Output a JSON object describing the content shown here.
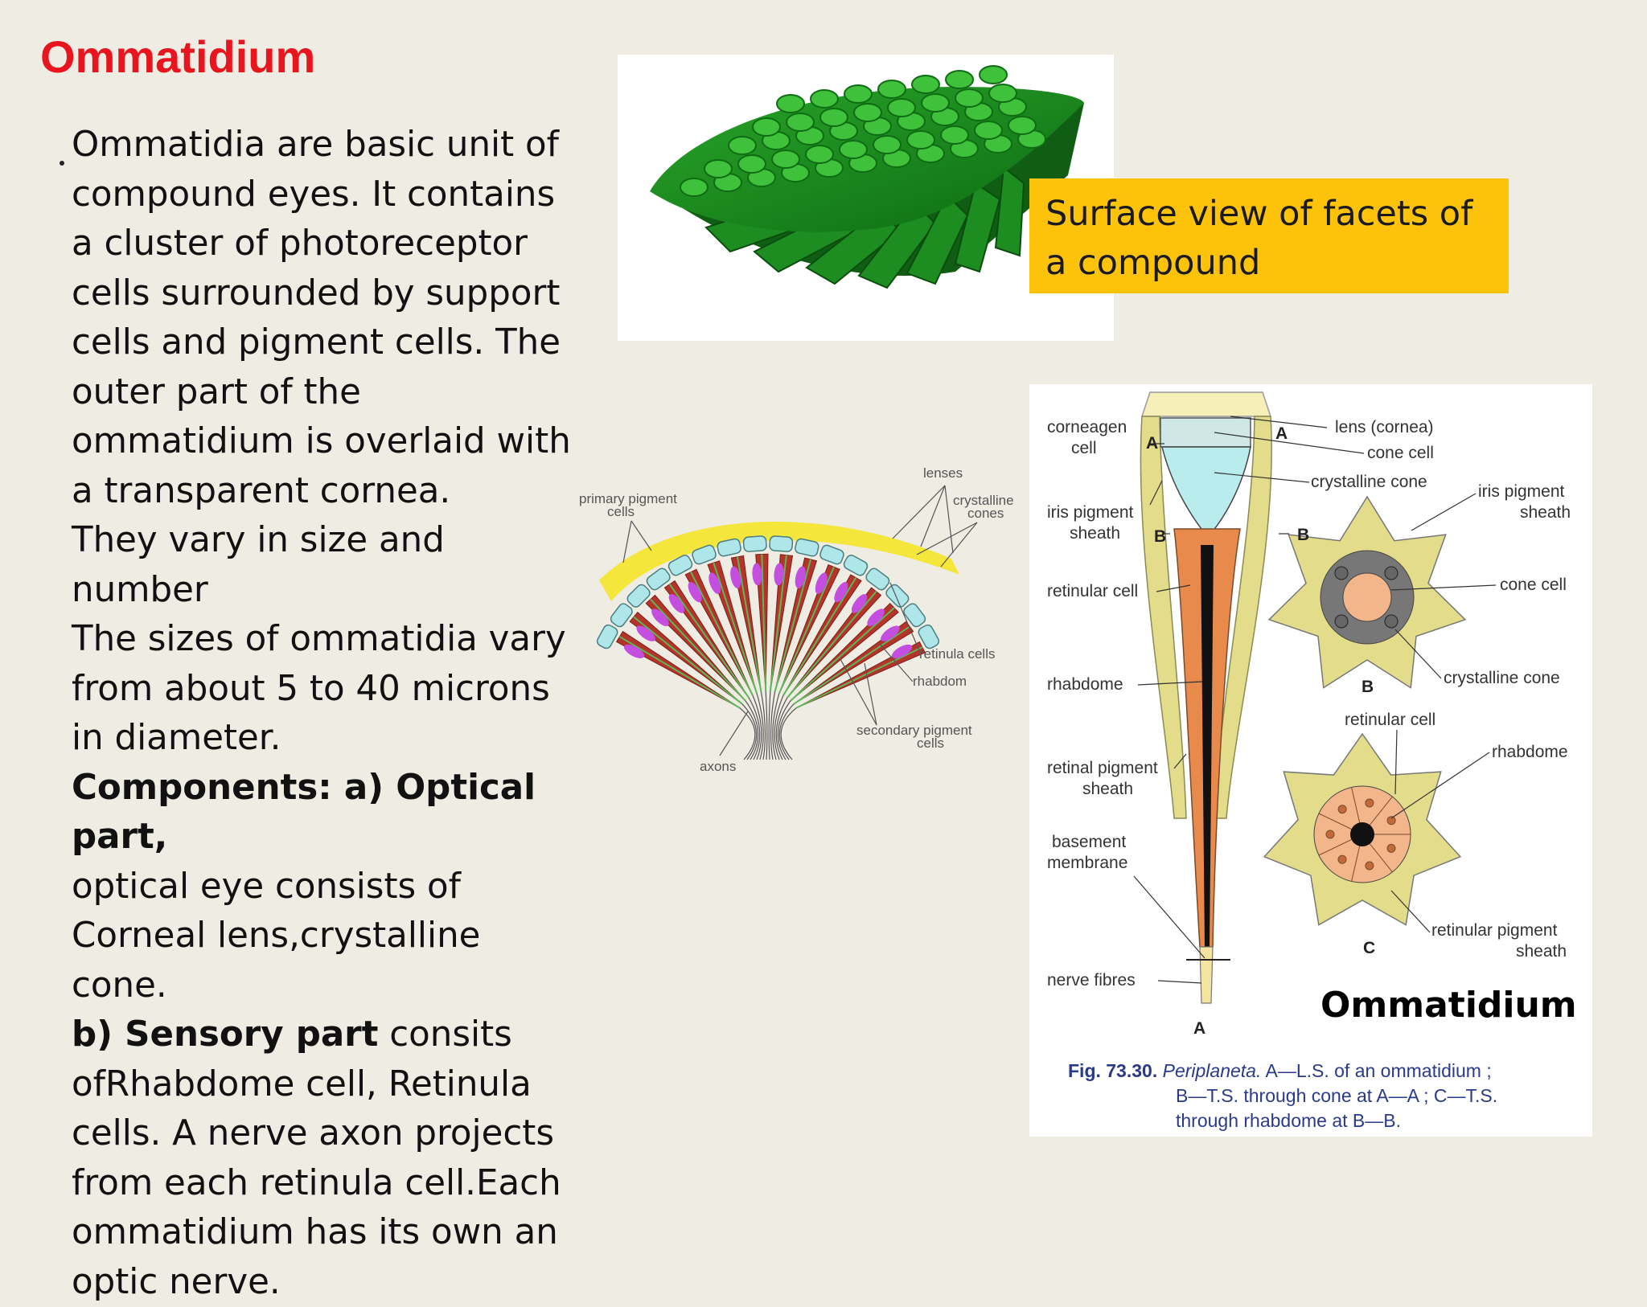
{
  "slide": {
    "title": "Ommatidium",
    "paragraph1": "Ommatidia are basic unit of compound eyes. It contains a cluster of photoreceptor cells surrounded by support cells and pigment cells. The outer part of the ommatidium is overlaid with a transparent cornea.",
    "paragraph2": "They vary in size and number",
    "paragraph3": "The sizes of ommatidia vary from about 5 to 40 microns in diameter.",
    "components_bold": "Components: a) Optical part,",
    "components_text": "optical eye consists of Corneal lens,crystalline cone.",
    "sensory_bold": "b) Sensory part",
    "sensory_text": "  consits ofRhabdome cell, Retinula cells. A nerve axon projects from each retinula cell.Each ommatidium has its own an optic nerve."
  },
  "facet_caption": "Surface view of facets of a compound",
  "fan_diagram": {
    "labels": {
      "lenses": "lenses",
      "primary": "primary pigment",
      "primary2": "cells",
      "crystalline": "crystalline",
      "crystalline2": "cones",
      "retinula": "retinula cells",
      "rhabdom": "rhabdom",
      "secondary": "secondary pigment",
      "secondary2": "cells",
      "axons": "axons"
    }
  },
  "ommatidium_diagram": {
    "heading": "Ommatidium",
    "labels": {
      "corneagen": "corneagen",
      "corneagen2": "cell",
      "lens": "lens (cornea)",
      "cone_cell": "cone cell",
      "crystalline_cone": "crystalline cone",
      "iris_pigment": "iris pigment",
      "iris_sheath": "sheath",
      "retinular_cell": "retinular cell",
      "rhabdome": "rhabdome",
      "retinal_pigment": "retinal pigment",
      "retinal_sheath": "sheath",
      "basement": "basement",
      "membrane": "membrane",
      "nerve_fibres": "nerve fibres",
      "iris_pigment_r": "iris pigment",
      "iris_sheath_r": "sheath",
      "cone_cell_r": "cone cell",
      "crystalline_cone_r": "crystalline cone",
      "retinular_cell_r": "retinular cell",
      "rhabdome_r": "rhabdome",
      "retinular_pigment_r": "retinular pigment",
      "retinular_sheath_r": "sheath",
      "A": "A",
      "B": "B",
      "C": "C"
    },
    "caption_label": "Fig. 73.30.",
    "caption_genus": "Periplaneta.",
    "caption_line1": " A—L.S. of an ommatidium ;",
    "caption_line2": "B—T.S. through cone at A—A ; C—T.S.",
    "caption_line3": "through rhabdome at B—B."
  }
}
